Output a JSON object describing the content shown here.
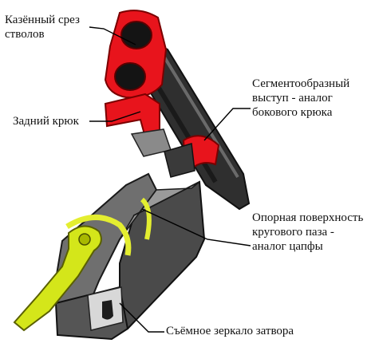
{
  "labels": {
    "breech_face": "Казённый срез\nстволов",
    "rear_hook": "Задний крюк",
    "segment_lug": "Сегментообразный\nвыступ - аналог\nбокового крюка",
    "bearing_surface": "Опорная поверхность\nкругового паза -\nаналог цапфы",
    "bolt_face": "Съёмное зеркало затвора"
  },
  "colors": {
    "barrel_red": "#e8141c",
    "barrel_dark": "#2c2c2c",
    "receiver_gray": "#7f7f7f",
    "lever_yellow": "#d4e61a"
  }
}
